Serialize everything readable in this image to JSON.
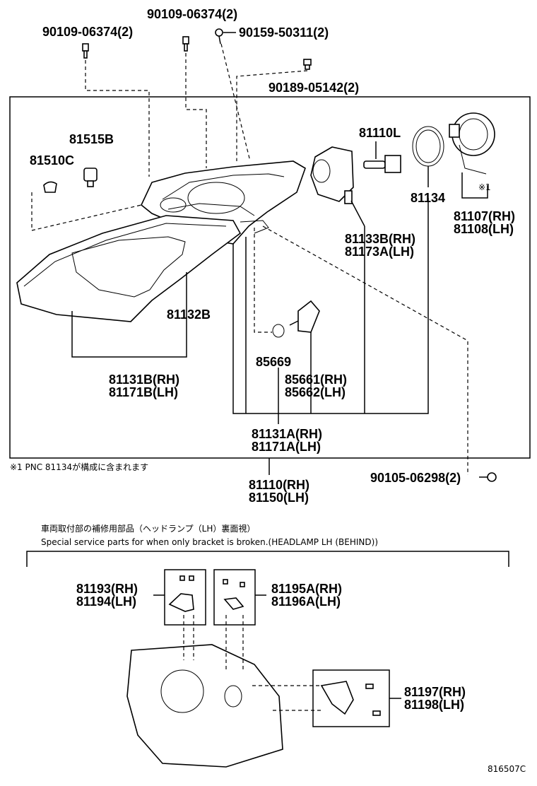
{
  "labels": {
    "bolt_left": "90109-06374(2)",
    "bolt_top": "90109-06374(2)",
    "screw_top": "90159-50311(2)",
    "clip_top": "90189-05142(2)",
    "socket_81515b": "81515B",
    "bulb_81510c": "81510C",
    "bulb_81110l": "81110L",
    "ring_81134": "81134",
    "note_mark": "※1",
    "cover_rh": "81107(RH)",
    "cover_lh": "81108(LH)",
    "proj_rh": "81133B(RH)",
    "proj_lh": "81173A(LH)",
    "lens_81132b": "81132B",
    "gasket_85669": "85669",
    "ecu_rh": "85661(RH)",
    "ecu_lh": "85662(LH)",
    "lens_rh": "81131B(RH)",
    "lens_lh": "81171B(LH)",
    "housing_rh": "81131A(RH)",
    "housing_lh": "81171A(LH)",
    "footnote": "※1  PNC 81134が構成に含まれます",
    "screw_bottom": "90105-06298(2)",
    "assy_rh": "81110(RH)",
    "assy_lh": "81150(LH)",
    "section_title_jp": "車両取付部の補修用部品（ヘッドランプ（LH）裏面視）",
    "section_title_en": "Special service parts for when only bracket is broken.(HEADLAMP LH (BEHIND))",
    "bracket_a_rh": "81193(RH)",
    "bracket_a_lh": "81194(LH)",
    "bracket_b_rh": "81195A(RH)",
    "bracket_b_lh": "81196A(LH)",
    "bracket_c_rh": "81197(RH)",
    "bracket_c_lh": "81198(LH)",
    "figure_id": "816507C"
  }
}
